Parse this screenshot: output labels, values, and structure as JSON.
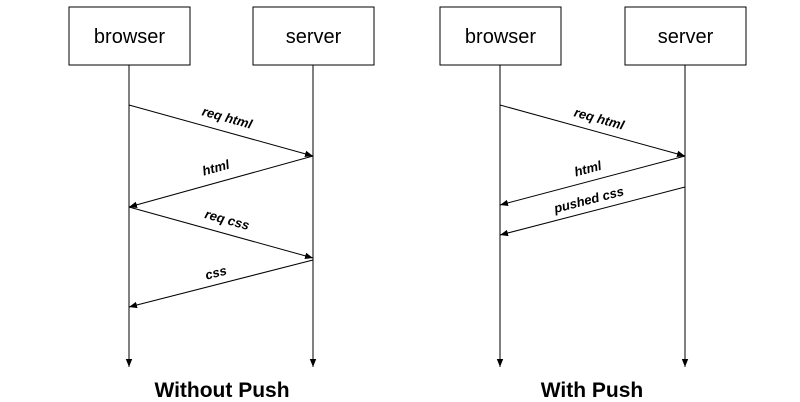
{
  "diagrams": {
    "without_push": {
      "caption": "Without Push",
      "browser_label": "browser",
      "server_label": "server",
      "messages": [
        "req html",
        "html",
        "req css",
        "css"
      ]
    },
    "with_push": {
      "caption": "With Push",
      "browser_label": "browser",
      "server_label": "server",
      "messages": [
        "req html",
        "html",
        "pushed css"
      ]
    }
  }
}
